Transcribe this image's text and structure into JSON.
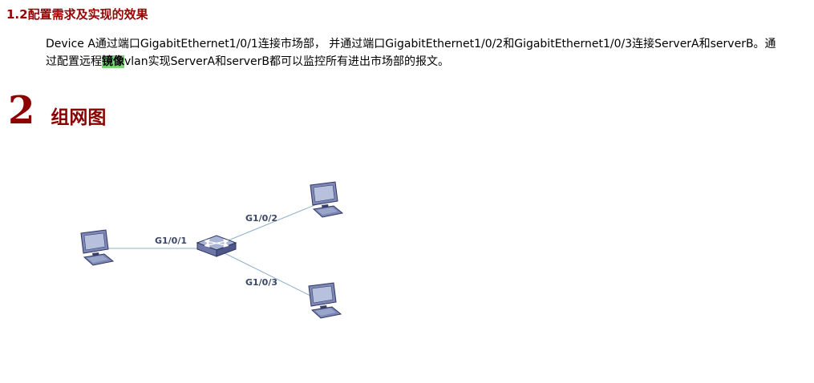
{
  "section_requirements": {
    "heading": "1.2配置需求及实现的效果",
    "paragraph": {
      "part1": "Device A通过端口GigabitEthernet1/0/1连接市场部， 并通过端口GigabitEthernet1/0/2和GigabitEthernet1/0/3连接ServerA和serverB。通过配置远程",
      "highlight": "镜像",
      "part2": "vlan实现ServerA和serverB都可以监控所有进出市场部的报文。"
    }
  },
  "section_network": {
    "number": "2",
    "title": "组网图"
  },
  "diagram": {
    "nodes": [
      {
        "icon": "computer-icon"
      },
      {
        "icon": "switch-icon"
      },
      {
        "icon": "computer-icon"
      },
      {
        "icon": "computer-icon"
      }
    ],
    "links": [
      {
        "label": "G1/0/1"
      },
      {
        "label": "G1/0/2"
      },
      {
        "label": "G1/0/3"
      }
    ]
  },
  "colors": {
    "heading_red": "#990000",
    "section_red": "#8b0000",
    "highlight_bg": "#7bd47b",
    "link_line": "#8fb0c8",
    "port_label": "#3a4668",
    "device_body": "#7d87b6",
    "device_outline": "#2e3560"
  }
}
